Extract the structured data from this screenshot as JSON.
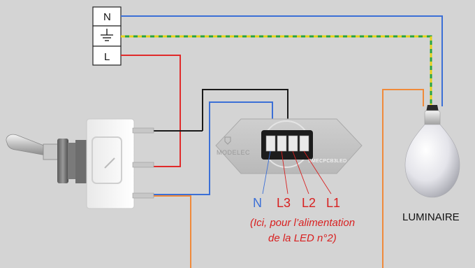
{
  "terminals": {
    "neutral": "N",
    "earth_icon": "earth-ground-icon",
    "line": "L"
  },
  "module": {
    "brand": "MODELEC",
    "model": "SMECPCB3LED"
  },
  "wire_labels": {
    "n": "N",
    "l3": "L3",
    "l2": "L2",
    "l1": "L1"
  },
  "note": {
    "line1": "(Ici, pour l’alimentation",
    "line2": "de la LED n°2)"
  },
  "luminaire": {
    "label": "LUMINAIRE"
  },
  "colors": {
    "neutral": "#3b6fd6",
    "earth_yellow": "#e6d21a",
    "earth_green": "#2aa43c",
    "line": "#e02a2a",
    "return": "#f08a3a",
    "black": "#1a1a1a",
    "note": "#d82020"
  }
}
